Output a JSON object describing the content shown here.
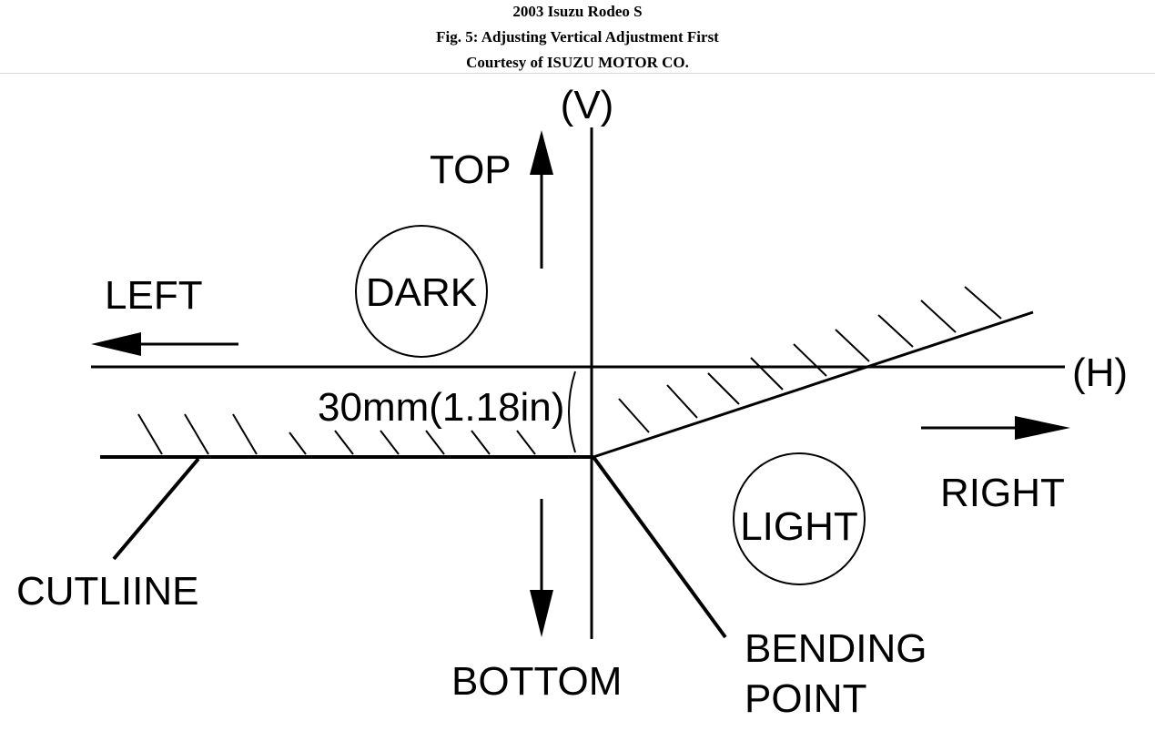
{
  "header": {
    "line1": "2003 Isuzu Rodeo S",
    "line2": "Fig. 5: Adjusting Vertical Adjustment First",
    "line3": "Courtesy of ISUZU MOTOR CO."
  },
  "diagram": {
    "v_label": "(V)",
    "h_label": "(H)",
    "top_label": "TOP",
    "bottom_label": "BOTTOM",
    "left_label": "LEFT",
    "right_label": "RIGHT",
    "dark_label": "DARK",
    "light_label": "LIGHT",
    "measure_label": "30mm(1.18in)",
    "cutline_label": "CUTLIINE",
    "bending_label_line1": "BENDING",
    "bending_label_line2": "POINT"
  }
}
